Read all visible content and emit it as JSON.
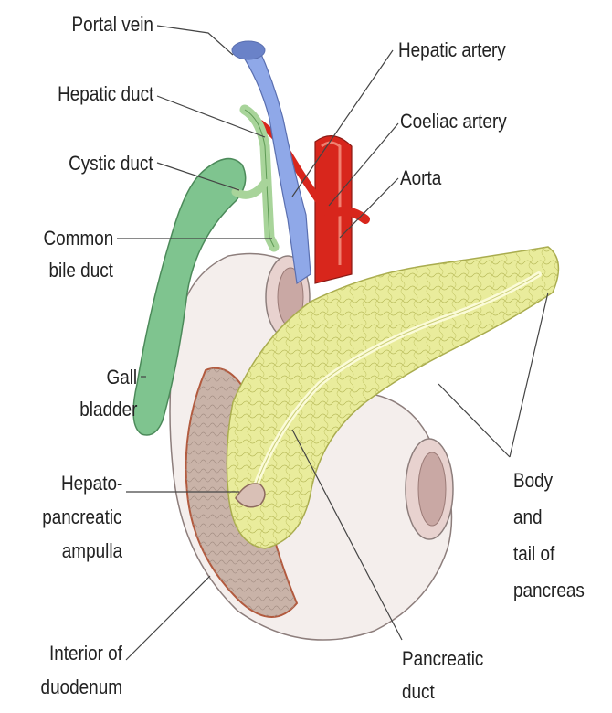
{
  "labels": {
    "portal_vein": "Portal vein",
    "hepatic_duct": "Hepatic duct",
    "cystic_duct": "Cystic duct",
    "common_bile_duct_1": "Common",
    "common_bile_duct_2": "bile duct",
    "gall_bladder_1": "Gall",
    "gall_bladder_2": "bladder",
    "hepato_pancreatic_ampulla_1": "Hepato-",
    "hepato_pancreatic_ampulla_2": "pancreatic",
    "hepato_pancreatic_ampulla_3": "ampulla",
    "interior_of_duodenum_1": "Interior of",
    "interior_of_duodenum_2": "duodenum",
    "hepatic_artery": "Hepatic artery",
    "coeliac_artery": "Coeliac artery",
    "aorta": "Aorta",
    "body_tail_pancreas_1": "Body",
    "body_tail_pancreas_2": "and",
    "body_tail_pancreas_3": "tail of",
    "body_tail_pancreas_4": "pancreas",
    "pancreatic_duct_1": "Pancreatic",
    "pancreatic_duct_2": "duct"
  },
  "colors": {
    "gall_bladder": "#7fc48f",
    "portal_vein": "#8fa8e8",
    "artery": "#d8261c",
    "pancreas": "#e9ec9c",
    "duodenum": "#f4eeec",
    "duodenum_interior": "#c9b3a8",
    "bile_duct": "#a8d49a"
  }
}
